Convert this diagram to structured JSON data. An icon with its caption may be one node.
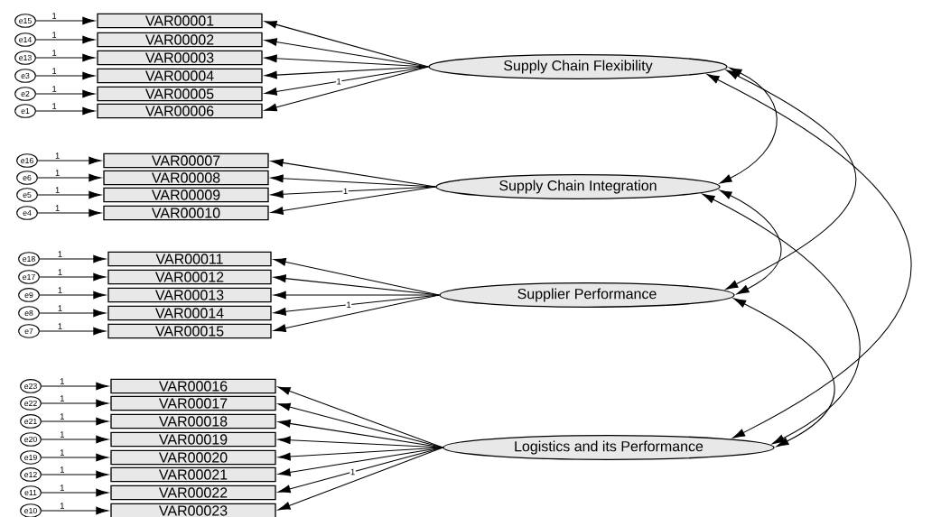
{
  "diagram": {
    "nodes": [
      {
        "text": [
          "e15"
        ]
      },
      {
        "text": [
          "VAR00001"
        ]
      },
      {
        "text": [
          "e14"
        ]
      },
      {
        "text": [
          "VAR00002"
        ]
      },
      {
        "text": [
          "e13"
        ]
      },
      {
        "text": [
          "VAR00003"
        ]
      },
      {
        "text": [
          "e3"
        ]
      },
      {
        "text": [
          "VAR00004"
        ]
      },
      {
        "text": [
          "e2"
        ]
      },
      {
        "text": [
          "VAR00005"
        ]
      },
      {
        "text": [
          "e1"
        ]
      },
      {
        "text": [
          "VAR00006"
        ]
      },
      {
        "text": [
          "Supply Chain Flexibility"
        ]
      },
      {
        "text": [
          "e16"
        ]
      },
      {
        "text": [
          "VAR00007"
        ]
      },
      {
        "text": [
          "e6"
        ]
      },
      {
        "text": [
          "VAR00008"
        ]
      },
      {
        "text": [
          "e5"
        ]
      },
      {
        "text": [
          "VAR00009"
        ]
      },
      {
        "text": [
          "e4"
        ]
      },
      {
        "text": [
          "VAR00010"
        ]
      },
      {
        "text": [
          "Supply Chain Integration"
        ]
      },
      {
        "text": [
          "e18"
        ]
      },
      {
        "text": [
          "VAR00011"
        ]
      },
      {
        "text": [
          "e17"
        ]
      },
      {
        "text": [
          "VAR00012"
        ]
      },
      {
        "text": [
          "e9"
        ]
      },
      {
        "text": [
          "VAR00013"
        ]
      },
      {
        "text": [
          "e8"
        ]
      },
      {
        "text": [
          "VAR00014"
        ]
      },
      {
        "text": [
          "e7"
        ]
      },
      {
        "text": [
          "VAR00015"
        ]
      },
      {
        "text": [
          "Supplier Performance"
        ]
      },
      {
        "text": [
          "e23"
        ]
      },
      {
        "text": [
          "VAR00016"
        ]
      },
      {
        "text": [
          "e22"
        ]
      },
      {
        "text": [
          "VAR00017"
        ]
      },
      {
        "text": [
          "e21"
        ]
      },
      {
        "text": [
          "VAR00018"
        ]
      },
      {
        "text": [
          "e20"
        ]
      },
      {
        "text": [
          "VAR00019"
        ]
      },
      {
        "text": [
          "e19"
        ]
      },
      {
        "text": [
          "VAR00020"
        ]
      },
      {
        "text": [
          "e12"
        ]
      },
      {
        "text": [
          "VAR00021"
        ]
      },
      {
        "text": [
          "e11"
        ]
      },
      {
        "text": [
          "VAR00022"
        ]
      },
      {
        "text": [
          "e10"
        ]
      },
      {
        "text": [
          "VAR00023"
        ]
      },
      {
        "text": [
          "Logistics and its Performance"
        ]
      }
    ],
    "edges": [
      {
        "from": 0,
        "to": 1,
        "arrow": "to",
        "label": "1"
      },
      {
        "from": 2,
        "to": 3,
        "arrow": "to",
        "label": "1"
      },
      {
        "from": 4,
        "to": 5,
        "arrow": "to",
        "label": "1"
      },
      {
        "from": 6,
        "to": 7,
        "arrow": "to",
        "label": "1"
      },
      {
        "from": 8,
        "to": 9,
        "arrow": "to",
        "label": "1"
      },
      {
        "from": 10,
        "to": 11,
        "arrow": "to",
        "label": "1"
      },
      {
        "from": 12,
        "to": 1,
        "arrow": "to"
      },
      {
        "from": 12,
        "to": 3,
        "arrow": "to"
      },
      {
        "from": 12,
        "to": 5,
        "arrow": "to"
      },
      {
        "from": 12,
        "to": 7,
        "arrow": "to"
      },
      {
        "from": 12,
        "to": 9,
        "arrow": "to",
        "label": "1"
      },
      {
        "from": 12,
        "to": 11,
        "arrow": "to"
      },
      {
        "from": 13,
        "to": 14,
        "arrow": "to",
        "label": "1"
      },
      {
        "from": 15,
        "to": 16,
        "arrow": "to",
        "label": "1"
      },
      {
        "from": 17,
        "to": 18,
        "arrow": "to",
        "label": "1"
      },
      {
        "from": 19,
        "to": 20,
        "arrow": "to",
        "label": "1"
      },
      {
        "from": 21,
        "to": 14,
        "arrow": "to"
      },
      {
        "from": 21,
        "to": 16,
        "arrow": "to"
      },
      {
        "from": 21,
        "to": 18,
        "arrow": "to",
        "label": "1"
      },
      {
        "from": 21,
        "to": 20,
        "arrow": "to"
      },
      {
        "from": 22,
        "to": 23,
        "arrow": "to",
        "label": "1"
      },
      {
        "from": 24,
        "to": 25,
        "arrow": "to",
        "label": "1"
      },
      {
        "from": 26,
        "to": 27,
        "arrow": "to",
        "label": "1"
      },
      {
        "from": 28,
        "to": 29,
        "arrow": "to",
        "label": "1"
      },
      {
        "from": 30,
        "to": 31,
        "arrow": "to",
        "label": "1"
      },
      {
        "from": 32,
        "to": 23,
        "arrow": "to"
      },
      {
        "from": 32,
        "to": 25,
        "arrow": "to"
      },
      {
        "from": 32,
        "to": 27,
        "arrow": "to"
      },
      {
        "from": 32,
        "to": 29,
        "arrow": "to",
        "label": "1"
      },
      {
        "from": 32,
        "to": 31,
        "arrow": "to"
      },
      {
        "from": 33,
        "to": 34,
        "arrow": "to",
        "label": "1"
      },
      {
        "from": 35,
        "to": 36,
        "arrow": "to",
        "label": "1"
      },
      {
        "from": 37,
        "to": 38,
        "arrow": "to",
        "label": "1"
      },
      {
        "from": 39,
        "to": 40,
        "arrow": "to",
        "label": "1"
      },
      {
        "from": 41,
        "to": 42,
        "arrow": "to",
        "label": "1"
      },
      {
        "from": 43,
        "to": 44,
        "arrow": "to",
        "label": "1"
      },
      {
        "from": 45,
        "to": 46,
        "arrow": "to",
        "label": "1"
      },
      {
        "from": 47,
        "to": 48,
        "arrow": "to",
        "label": "1"
      },
      {
        "from": 49,
        "to": 34,
        "arrow": "to"
      },
      {
        "from": 49,
        "to": 36,
        "arrow": "to"
      },
      {
        "from": 49,
        "to": 38,
        "arrow": "to"
      },
      {
        "from": 49,
        "to": 40,
        "arrow": "to"
      },
      {
        "from": 49,
        "to": 42,
        "arrow": "to"
      },
      {
        "from": 49,
        "to": 44,
        "arrow": "to"
      },
      {
        "from": 49,
        "to": 46,
        "arrow": "to",
        "label": "1"
      },
      {
        "from": 49,
        "to": 48,
        "arrow": "to"
      },
      {
        "from": 12,
        "to": 21,
        "arrow": "both"
      },
      {
        "from": 12,
        "to": 32,
        "arrow": "both"
      },
      {
        "from": 12,
        "to": 49,
        "arrow": "both"
      },
      {
        "from": 21,
        "to": 32,
        "arrow": "both"
      },
      {
        "from": 21,
        "to": 49,
        "arrow": "both"
      },
      {
        "from": 32,
        "to": 49,
        "arrow": "both"
      }
    ]
  }
}
